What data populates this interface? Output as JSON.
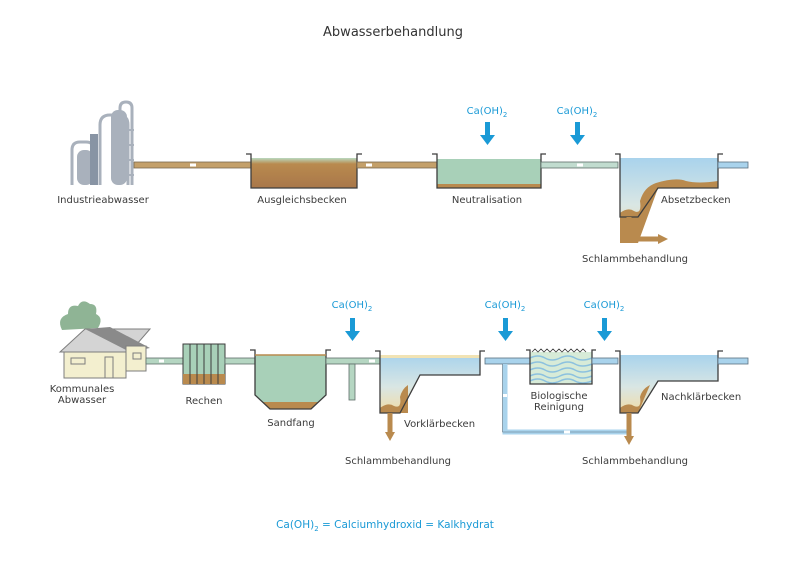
{
  "title": "Abwasserbehandlung",
  "colors": {
    "water_blue": "#a9d3ec",
    "water_green": "#a8d0b8",
    "sludge_brown": "#b98a4e",
    "outline": "#3d3d3d",
    "chemical_blue": "#1a9ad6",
    "industry_grey": "#a9b1bc"
  },
  "chemical": {
    "base": "Ca(OH)",
    "subscript": "2"
  },
  "top_row": {
    "labels": {
      "source": "Industrieabwasser",
      "equalization": "Ausgleichsbecken",
      "neutralization": "Neutralisation",
      "settling": "Absetzbecken",
      "sludge": "Schlammbehandlung"
    }
  },
  "bottom_row": {
    "labels": {
      "source_line1": "Kommunales",
      "source_line2": "Abwasser",
      "screen": "Rechen",
      "grit": "Sandfang",
      "primary": "Vorklärbecken",
      "bio_line1": "Biologische",
      "bio_line2": "Reinigung",
      "secondary": "Nachklärbecken",
      "sludge_left": "Schlammbehandlung",
      "sludge_right": "Schlammbehandlung"
    }
  },
  "legend": {
    "rest": " = Calciumhydroxid = Kalkhydrat"
  }
}
